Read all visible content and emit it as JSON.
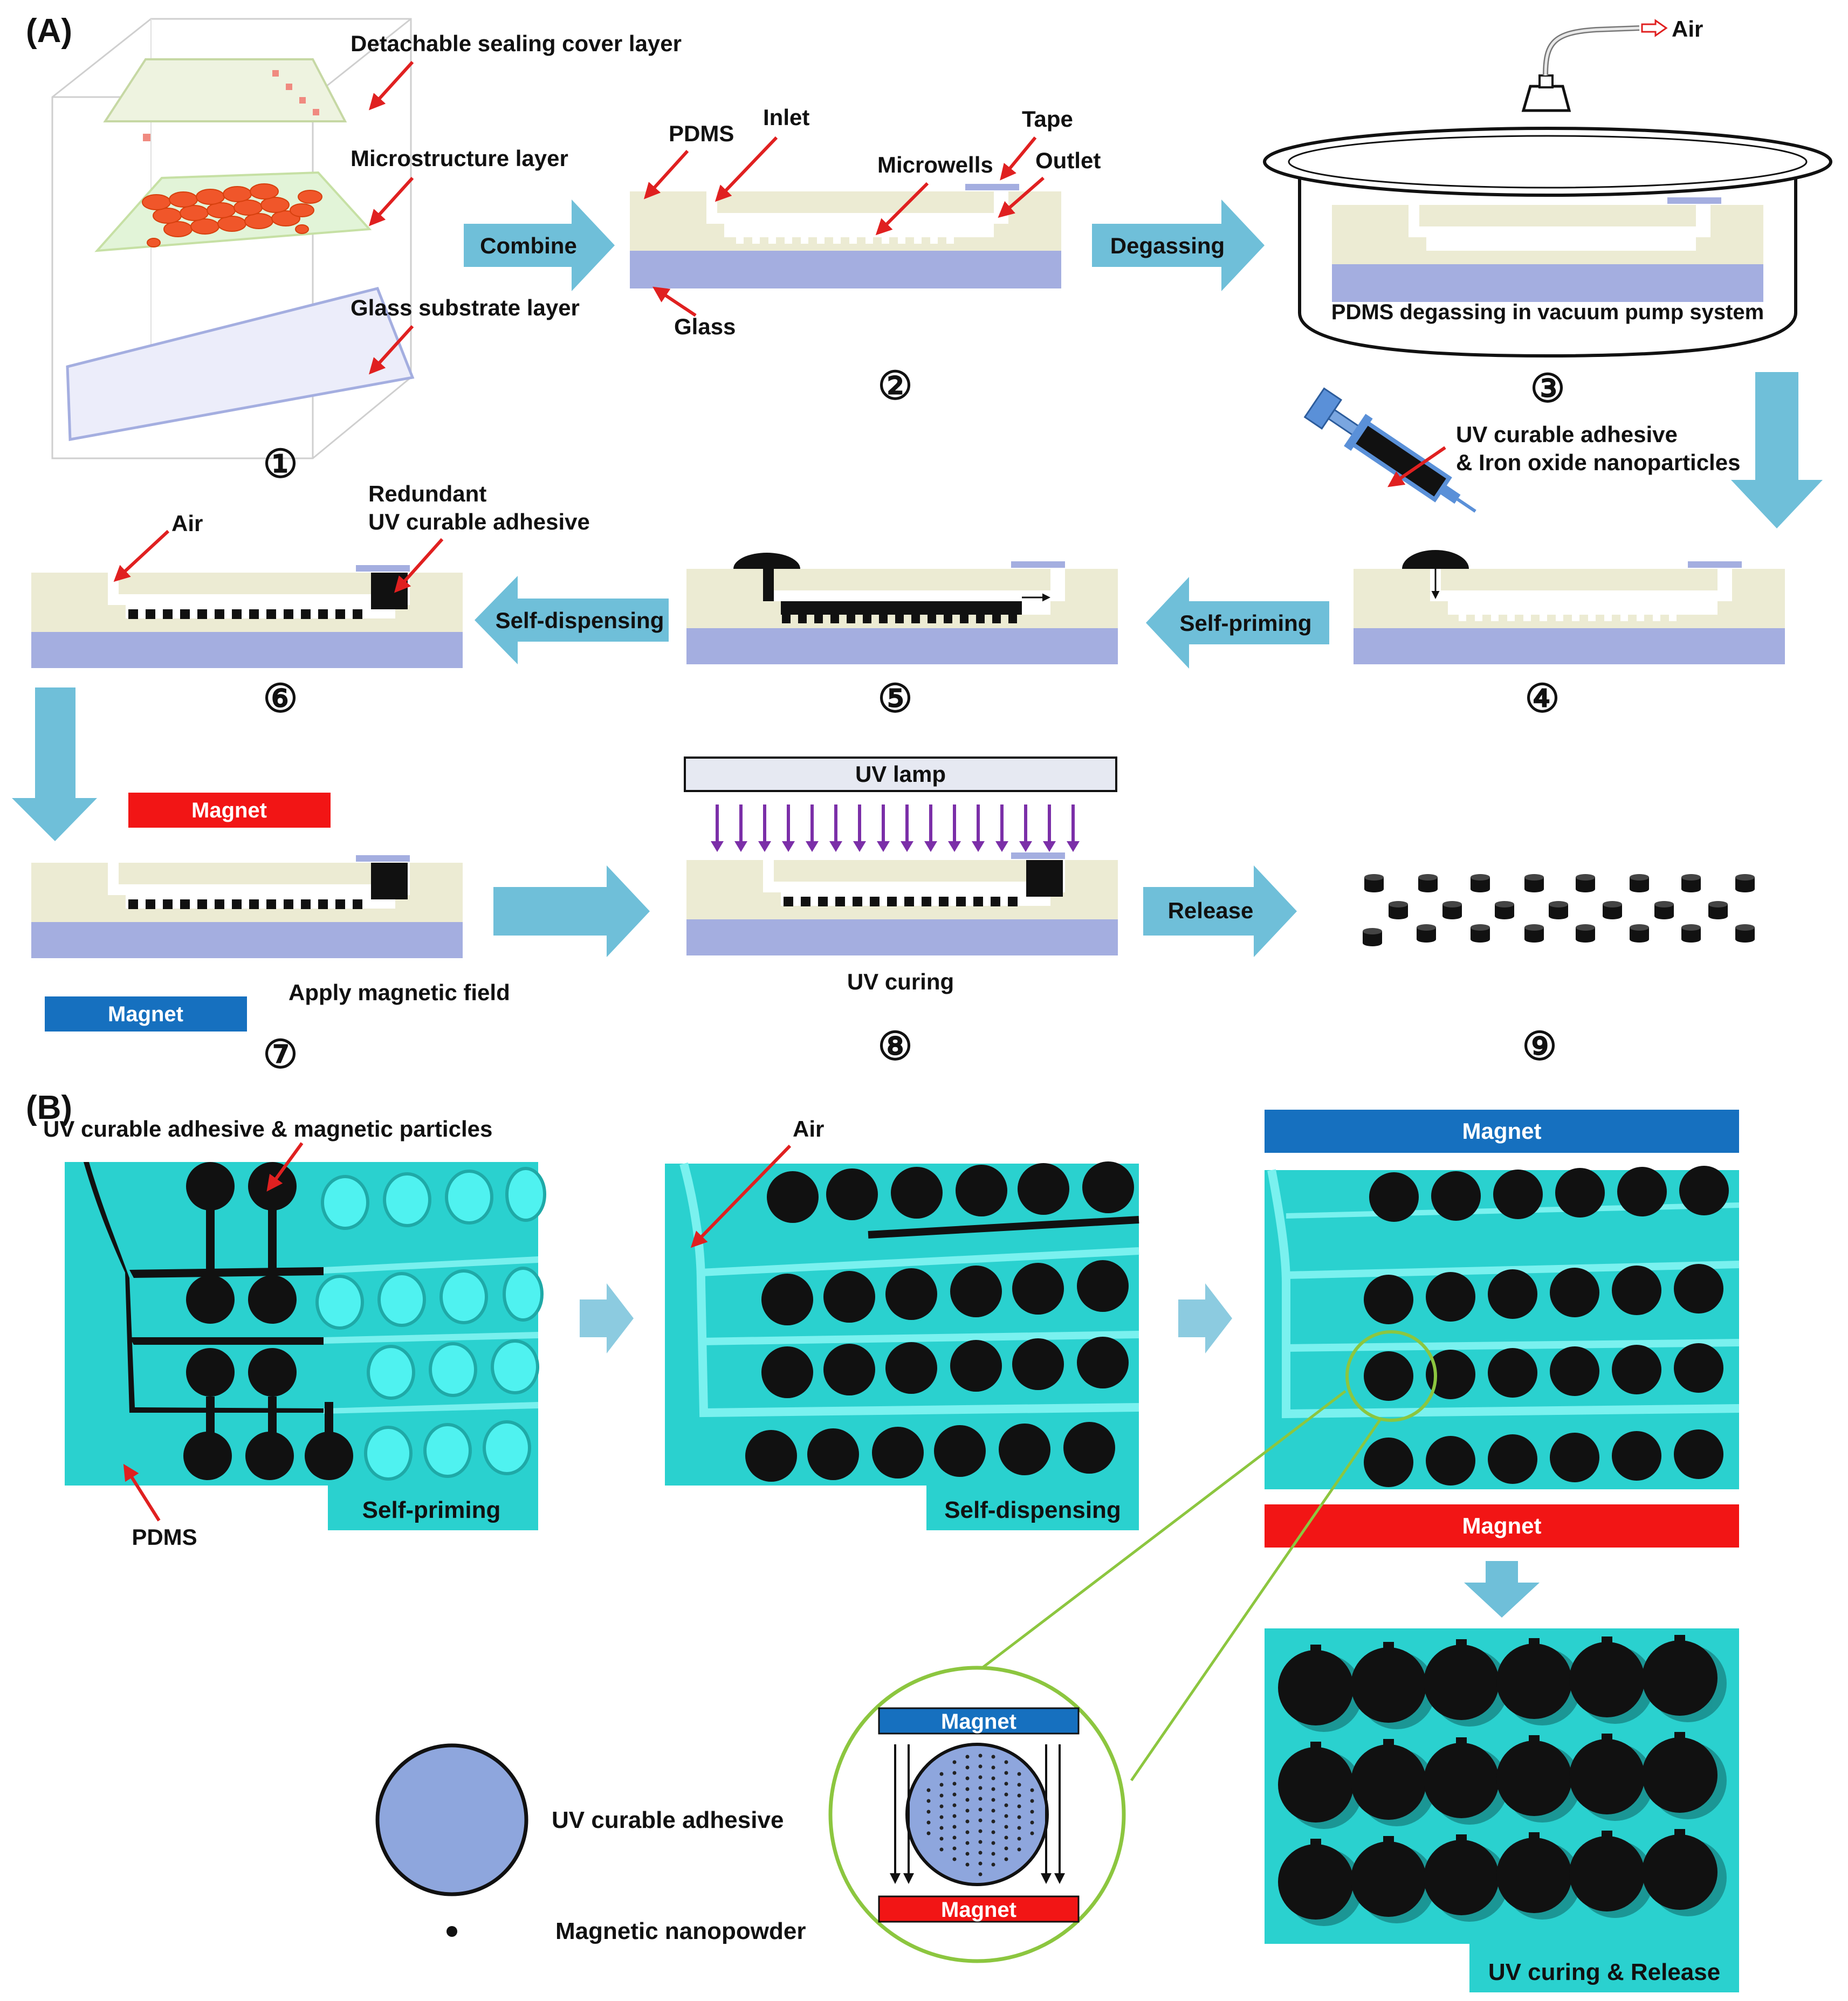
{
  "panels": {
    "a": "(A)",
    "b": "(B)"
  },
  "step1": {
    "cover_label": "Detachable sealing cover layer",
    "micro_label": "Microstructure layer",
    "glass_label": "Glass substrate layer",
    "num": "①"
  },
  "step2": {
    "pdms": "PDMS",
    "inlet": "Inlet",
    "tape": "Tape",
    "microwells": "Microwells",
    "outlet": "Outlet",
    "glass": "Glass",
    "num": "②"
  },
  "step3": {
    "air": "Air",
    "caption": "PDMS degassing in vacuum pump system",
    "num": "③"
  },
  "step4": {
    "line1": "UV curable adhesive",
    "line2": "& Iron oxide nanoparticles",
    "num": "④"
  },
  "step5": {
    "num": "⑤"
  },
  "step6": {
    "air": "Air",
    "redundant1": "Redundant",
    "redundant2": "UV curable adhesive",
    "num": "⑥"
  },
  "step7": {
    "magnet_top": "Magnet",
    "magnet_bottom": "Magnet",
    "caption": "Apply magnetic field",
    "num": "⑦"
  },
  "step8": {
    "lamp": "UV lamp",
    "caption": "UV curing",
    "num": "⑧"
  },
  "step9": {
    "num": "⑨"
  },
  "arrows": {
    "combine": "Combine",
    "degassing": "Degassing",
    "self_priming": "Self-priming",
    "self_dispensing": "Self-dispensing",
    "release": "Release"
  },
  "partB": {
    "photo1_callout": "UV curable adhesive & magnetic particles",
    "photo1_pdms": "PDMS",
    "photo1_label": "Self-priming",
    "photo2_air": "Air",
    "photo2_label": "Self-dispensing",
    "magnet_top": "Magnet",
    "magnet_bottom": "Magnet",
    "photo4_label": "UV curing & Release",
    "zoom_magnet_top": "Magnet",
    "zoom_magnet_bottom": "Magnet",
    "legend_adhesive": "UV curable adhesive",
    "legend_powder": "Magnetic nanopowder"
  },
  "colors": {
    "pdms": "#ecebd3",
    "glass": "#a4aee0",
    "arrow": "#6fbfd9",
    "callout": "#e02020",
    "magnet_red": "#f21515",
    "magnet_blue": "#1670bf",
    "uv_violet": "#7b2fa8",
    "photo_bg": "#2ad1cf",
    "zoom_ring": "#8cc63f",
    "legend_fill": "#8ea6dd"
  }
}
